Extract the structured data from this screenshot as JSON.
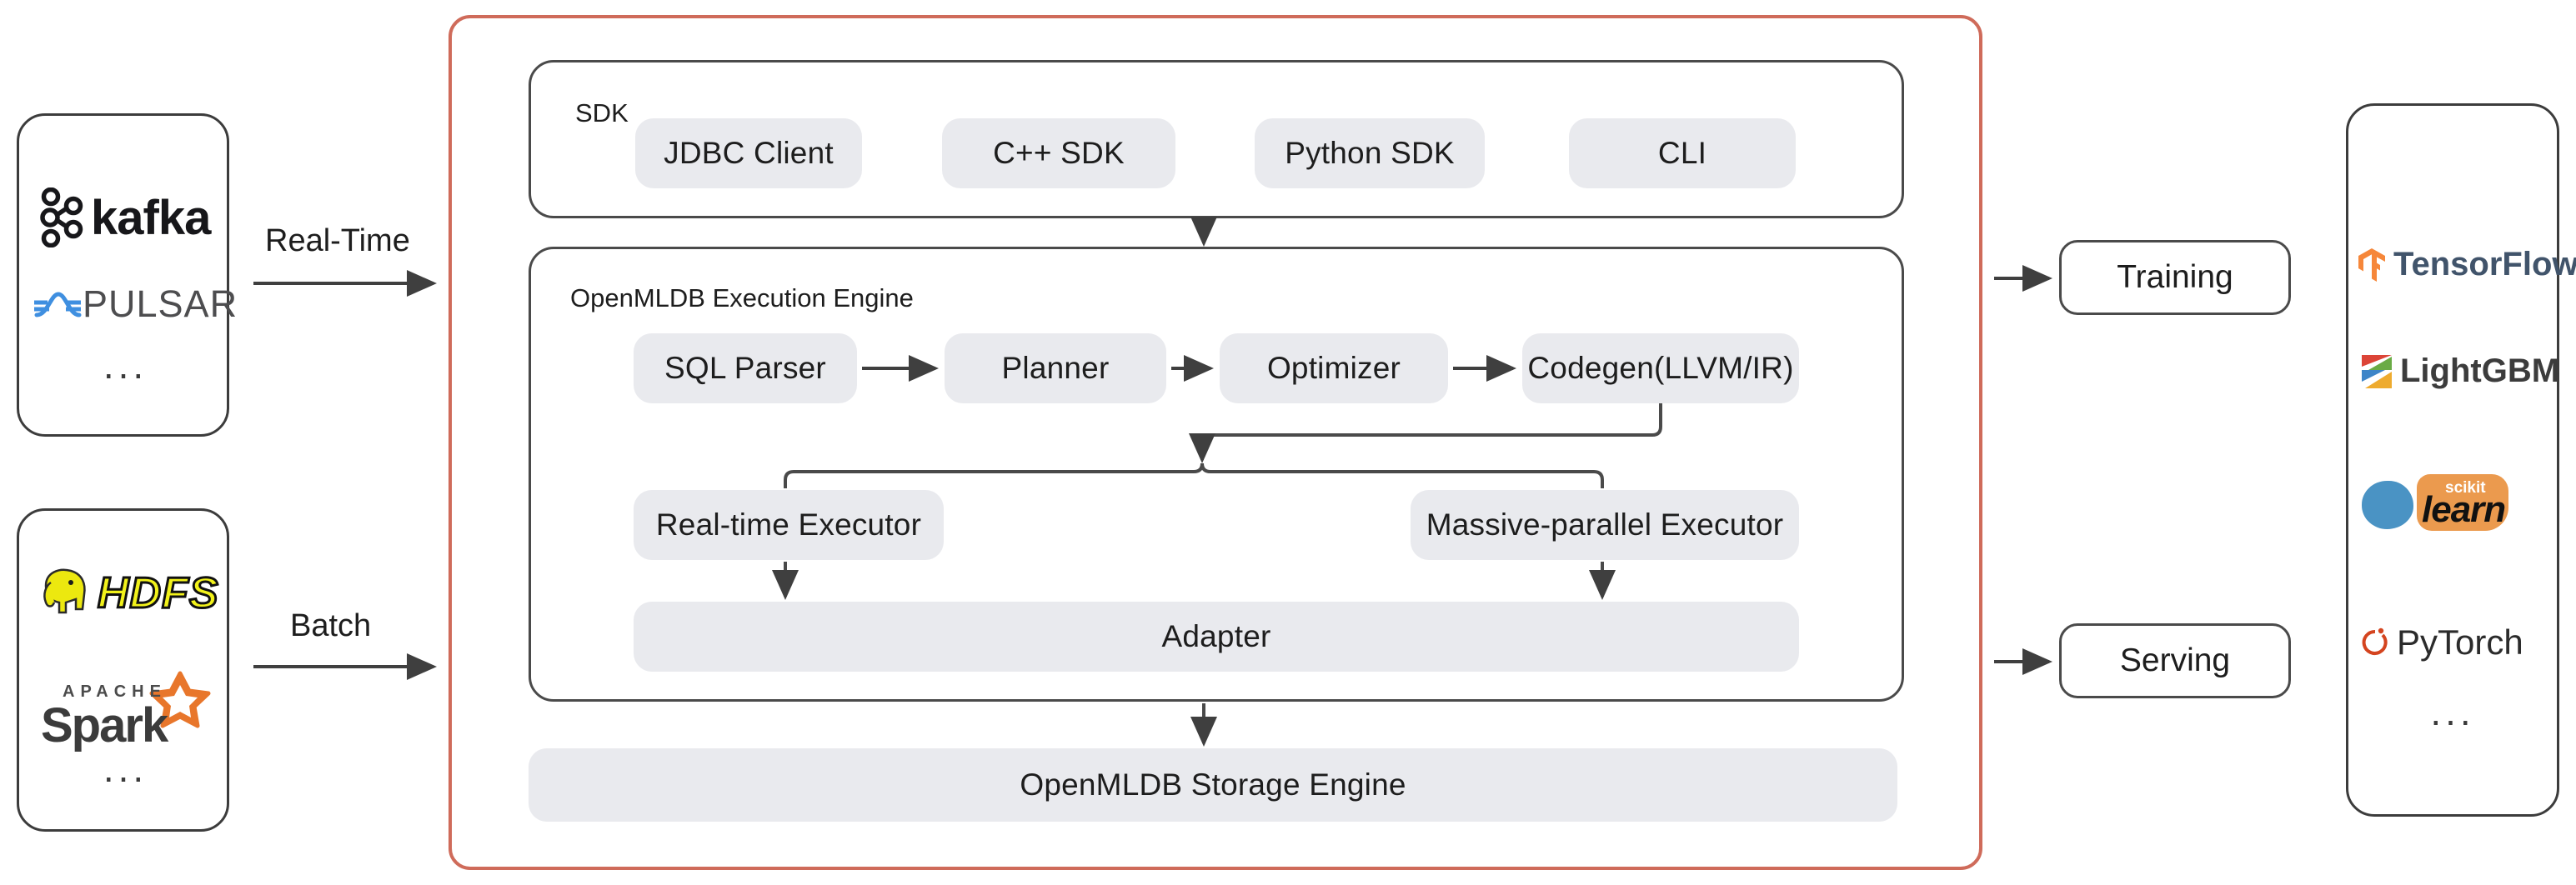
{
  "sources": {
    "realtime_panel": {
      "name": "real-time-data-sources",
      "items": [
        {
          "id": "kafka",
          "label": "kafka"
        },
        {
          "id": "pulsar",
          "label": "PULSAR"
        }
      ],
      "more": "..."
    },
    "batch_panel": {
      "name": "batch-data-sources",
      "items": [
        {
          "id": "hdfs",
          "label": "HDFS"
        },
        {
          "id": "spark",
          "label": "Spark",
          "sublabel": "APACHE"
        }
      ],
      "more": "..."
    }
  },
  "ingest_arrows": [
    {
      "id": "real-time",
      "label": "Real-Time"
    },
    {
      "id": "batch",
      "label": "Batch"
    }
  ],
  "core": {
    "sdk": {
      "label": "SDK",
      "items": [
        "JDBC Client",
        "C++ SDK",
        "Python SDK",
        "CLI"
      ]
    },
    "engine": {
      "label": "OpenMLDB Execution Engine",
      "pipeline": [
        "SQL Parser",
        "Planner",
        "Optimizer",
        "Codegen(LLVM/IR)"
      ],
      "executors": [
        "Real-time Executor",
        "Massive-parallel Executor"
      ],
      "adapter": "Adapter"
    },
    "storage": {
      "label": "OpenMLDB Storage Engine"
    }
  },
  "outputs": {
    "stages": [
      {
        "id": "training",
        "label": "Training"
      },
      {
        "id": "serving",
        "label": "Serving"
      }
    ],
    "frameworks_panel": {
      "name": "ml-frameworks",
      "items": [
        {
          "id": "tensorflow",
          "label": "TensorFlow"
        },
        {
          "id": "lightgbm",
          "label": "LightGBM"
        },
        {
          "id": "scikit-learn",
          "label": "learn",
          "sublabel": "scikit"
        },
        {
          "id": "pytorch",
          "label": "PyTorch"
        }
      ],
      "more": "..."
    }
  },
  "colors": {
    "accent_border": "#cf6b5a",
    "box_fill": "#e9eaee",
    "panel_border": "#3c3c3c",
    "text": "#1d1d1d",
    "tensorflow_orange": "#f6873a",
    "pulsar_blue": "#3f8fe0",
    "pytorch_red": "#d4441f",
    "scikit_orange": "#eb9a4e",
    "scikit_blue": "#4a93c4"
  }
}
